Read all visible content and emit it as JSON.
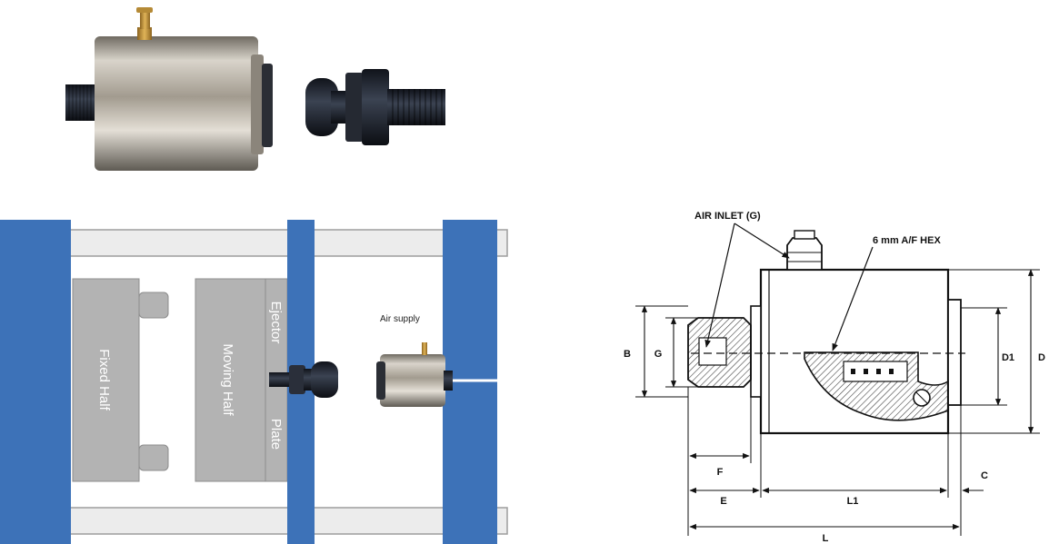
{
  "mold_diagram": {
    "fixed_half": "Fixed Half",
    "moving_half": "Moving Half",
    "ejector": "Ejector",
    "plate": "Plate",
    "air_supply": "Air supply"
  },
  "technical_drawing": {
    "air_inlet": "AIR INLET (G)",
    "hex": "6 mm A/F HEX",
    "dim_B": "B",
    "dim_G": "G",
    "dim_D1": "D1",
    "dim_D": "D",
    "dim_F": "F",
    "dim_E": "E",
    "dim_L1": "L1",
    "dim_C": "C",
    "dim_L": "L"
  },
  "colors": {
    "platen_blue": "#3d72b8",
    "mold_gray": "#b3b3b3",
    "tie_bar": "#ececec",
    "steel": "#b9b4aa",
    "brass": "#c79a3c",
    "dark_steel": "#262b36"
  }
}
